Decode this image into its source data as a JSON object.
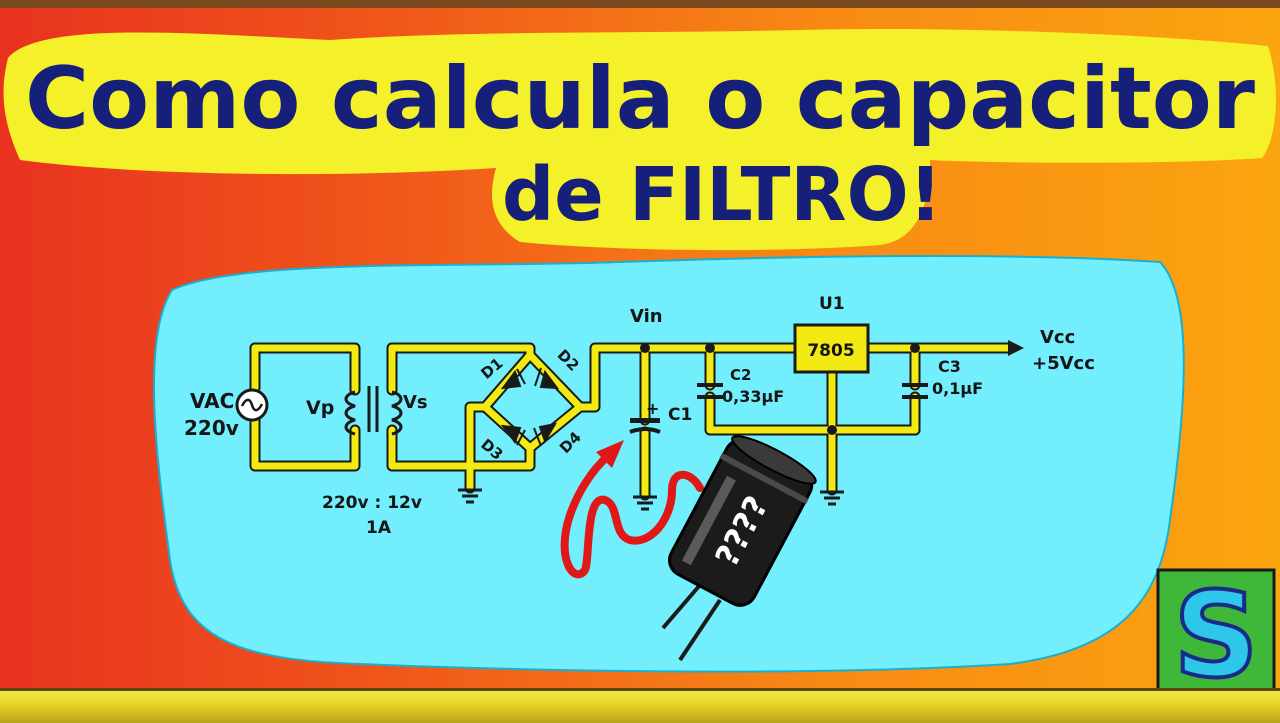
{
  "title": {
    "line1": "Como calcula o capacitor",
    "line2": "de FILTRO!"
  },
  "circuit": {
    "source": {
      "label": "VAC",
      "voltage": "220v"
    },
    "transformer": {
      "primary": "Vp",
      "secondary": "Vs",
      "ratio": "220v : 12v",
      "current": "1A"
    },
    "diodes": [
      "D1",
      "D2",
      "D3",
      "D4"
    ],
    "vin_label": "Vin",
    "c1": {
      "name": "C1",
      "polarity": "+"
    },
    "c2": {
      "name": "C2",
      "value": "0,33µF"
    },
    "c3": {
      "name": "C3",
      "value": "0,1µF"
    },
    "regulator": {
      "name": "U1",
      "part": "7805"
    },
    "output": {
      "label": "Vcc",
      "value": "+5Vcc"
    },
    "question": "????"
  },
  "logo_letter": "S",
  "colors": {
    "background_left": "#e8321f",
    "background_right": "#fba50f",
    "title_highlight": "#f4f02a",
    "title_text": "#16207a",
    "diagram_blob": "#72eefc",
    "wire": "#f2ea12",
    "arrow": "#e01818",
    "capacitor_body": "#1b1b1b"
  }
}
